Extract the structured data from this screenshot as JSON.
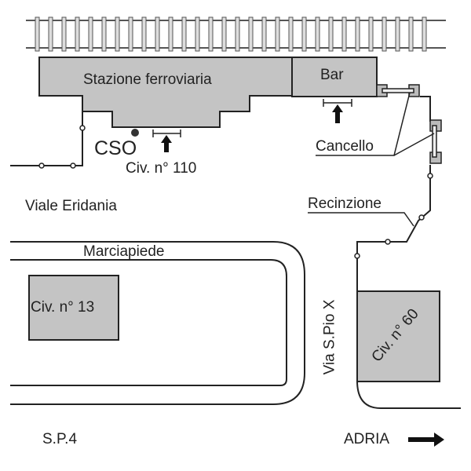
{
  "title": "Mappa Stazione ferroviaria",
  "colors": {
    "building_fill": "#c4c4c4",
    "stroke": "#222222",
    "rail": "#555555",
    "sleeper_fill": "#c8c8c8"
  },
  "labels": {
    "station": "Stazione ferroviaria",
    "bar": "Bar",
    "cso": "CSO",
    "civ110": "Civ. n° 110",
    "cancello": "Cancello",
    "viale": "Viale Eridania",
    "recinzione": "Recinzione",
    "marciapiede": "Marciapiede",
    "civ13": "Civ. n° 13",
    "via_pio": "Via S.Pio X",
    "civ60": "Civ. n° 60",
    "sp4": "S.P.4",
    "adria": "ADRIA"
  },
  "icons": {
    "entrance": "entrance-arrow-icon",
    "direction": "direction-arrow-icon",
    "cso_point": "cso-marker-icon"
  }
}
